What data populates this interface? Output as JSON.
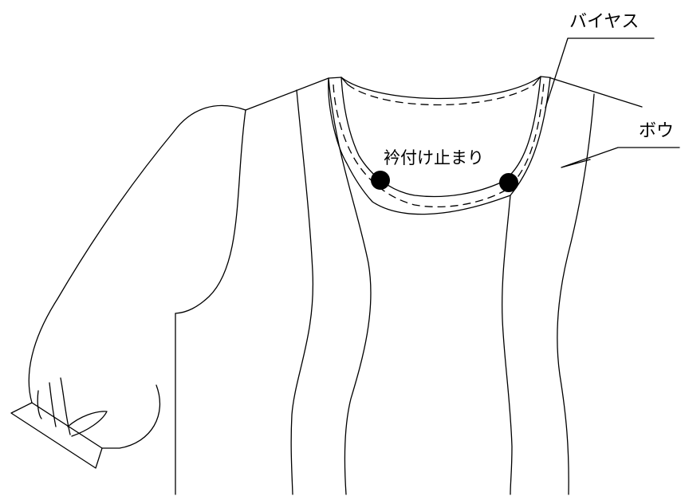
{
  "labels": {
    "bias": "バイヤス",
    "bow": "ボウ",
    "collar_stop": "衿付け止まり"
  },
  "colors": {
    "stroke": "#000000",
    "background": "#ffffff",
    "marker": "#000000"
  }
}
